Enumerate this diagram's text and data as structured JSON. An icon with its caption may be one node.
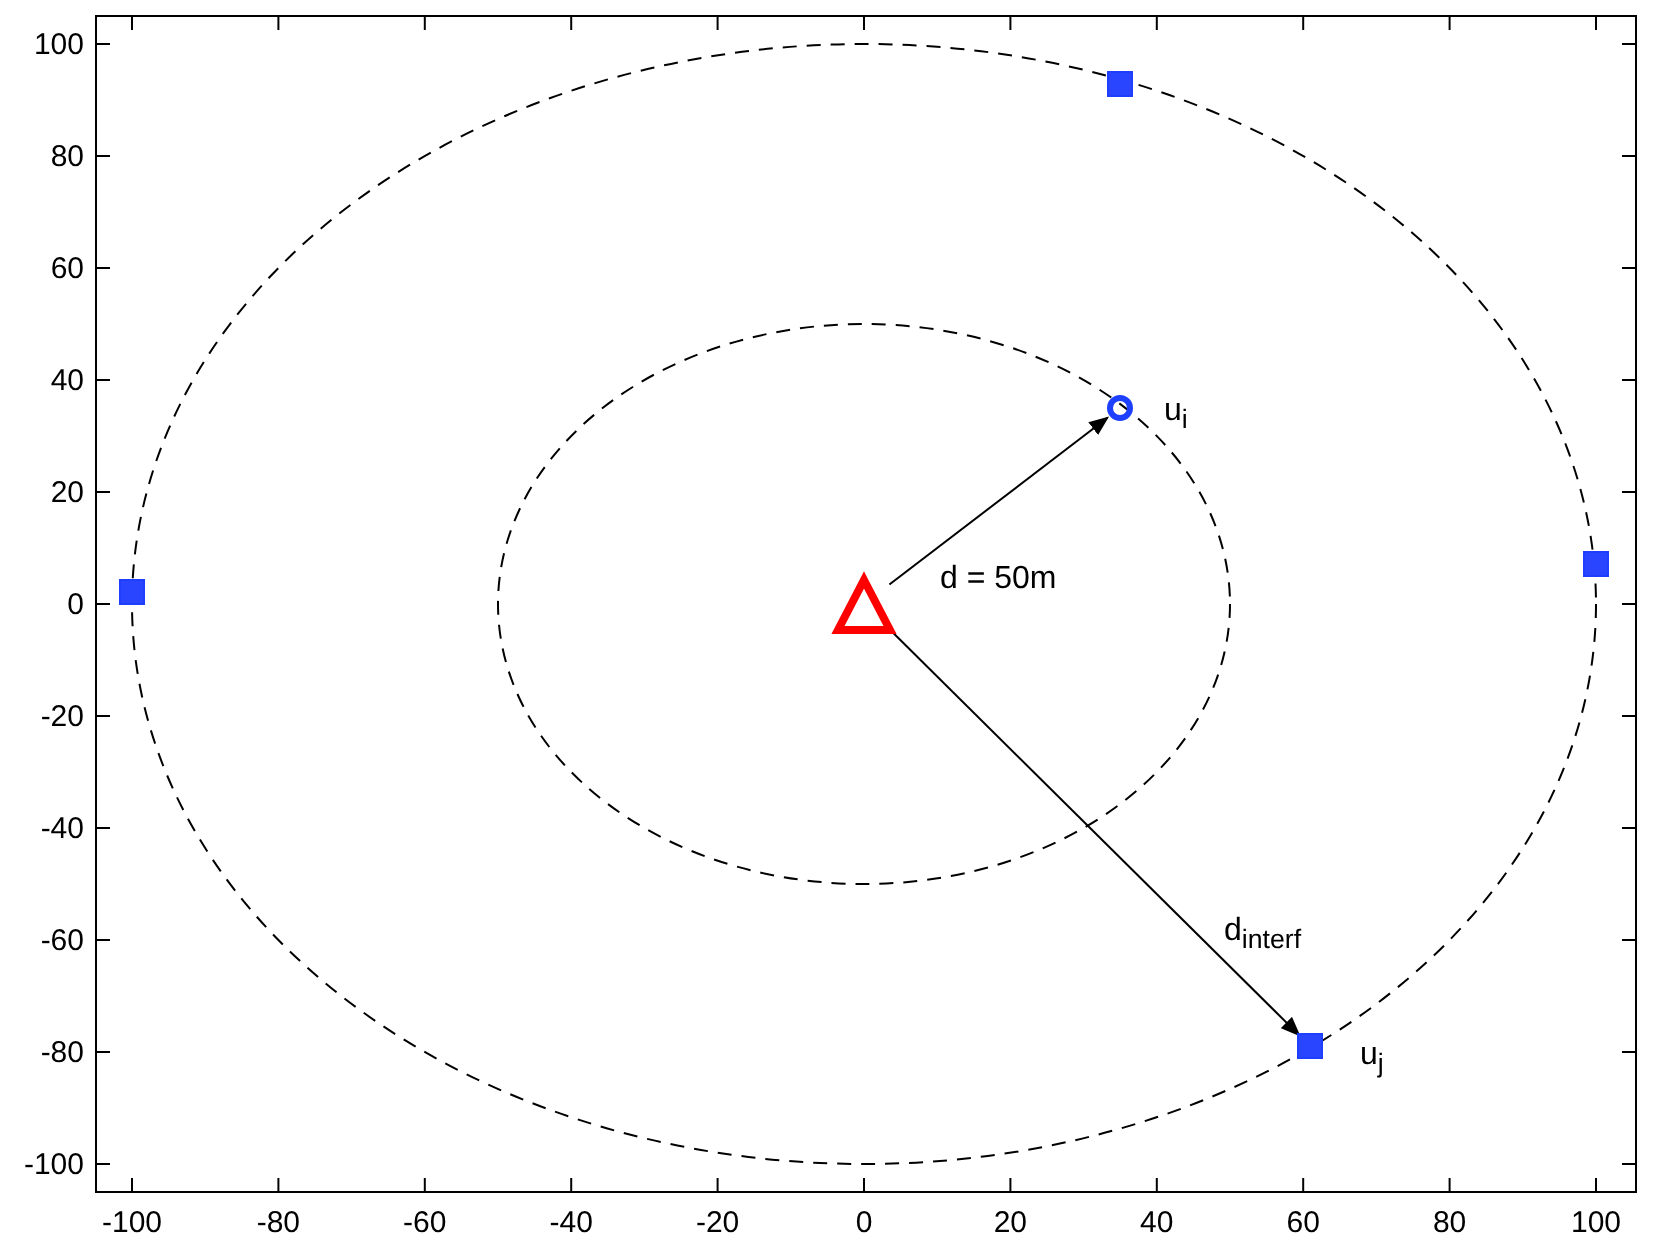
{
  "diagram": {
    "nodes": [
      {
        "text": [],
        "shape": "triangle"
      },
      {
        "text": [],
        "shape": "circle",
        "beside": [
          "u$_{i}$"
        ]
      },
      {
        "text": [],
        "shape": "square",
        "beside": [
          "u$_{j}$"
        ]
      },
      {
        "text": [],
        "shape": "square"
      },
      {
        "text": [],
        "shape": "square"
      },
      {
        "text": [],
        "shape": "square"
      }
    ],
    "edges": [
      {
        "from": 0,
        "to": 1,
        "arrow": "to",
        "label": "d = 50m"
      },
      {
        "from": 0,
        "to": 2,
        "arrow": "to",
        "label": "d$_{interf}$"
      }
    ],
    "labels": [
      "100",
      "80",
      "60",
      "40",
      "20",
      "0",
      "-20",
      "-40",
      "-60",
      "-80",
      "-100",
      "-100",
      "-80",
      "-60",
      "-40",
      "-20",
      "0",
      "20",
      "40",
      "60",
      "80",
      "100"
    ]
  }
}
